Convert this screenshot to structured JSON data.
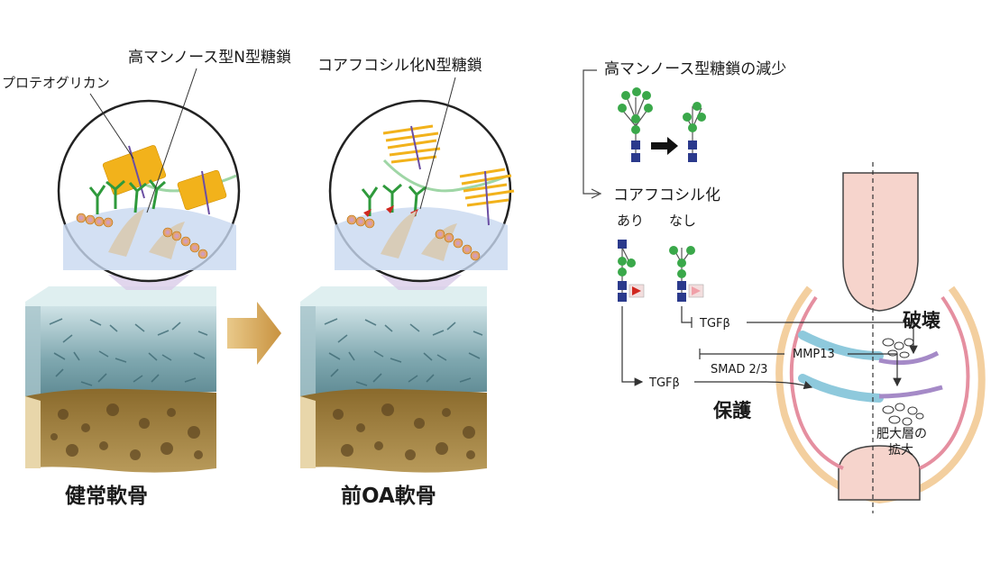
{
  "labels": {
    "high_mannose_ntype": "高マンノース型N型糖鎖",
    "proteoglycan": "プロテオグリカン",
    "core_fucosylated_ntype": "コアフコシル化N型糖鎖",
    "healthy_cartilage": "健常軟骨",
    "pre_oa_cartilage": "前OA軟骨",
    "high_mannose_decrease": "高マンノース型糖鎖の減少",
    "core_fucosylation": "コアフコシル化",
    "with": "あり",
    "without": "なし",
    "tgfb_top": "TGFβ",
    "tgfb_bottom": "TGFβ",
    "mmp13": "MMP13",
    "smad": "SMAD 2/3",
    "destruction": "破壊",
    "protection": "保護",
    "hypertrophic_line1": "肥大層の",
    "hypertrophic_line2": "拡大"
  },
  "colors": {
    "mannose_green": "#3aa84a",
    "glcnac_blue": "#2b3a8c",
    "fucose_red": "#d0271f",
    "proteoglycan_yellow": "#f2b21b",
    "cartilage_teal": "#6f96a0",
    "bone_brown": "#9a7a3a",
    "arrow_tan": "#d9a85a",
    "cartilage_blue": "#8ec9dc",
    "synovium_pink": "#e58fa0",
    "bone_pink": "#f6d4cc",
    "purple": "#a58ac7"
  }
}
